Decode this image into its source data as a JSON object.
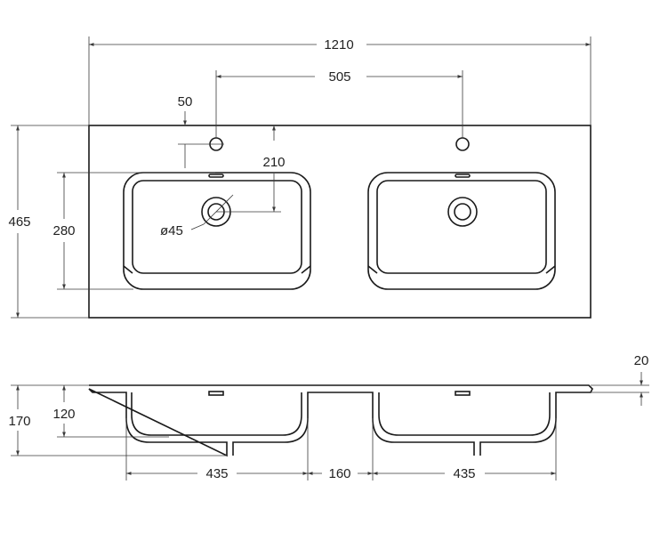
{
  "drawing": {
    "top_view": {
      "overall_width": "1210",
      "tap_spacing": "505",
      "tap_offset": "50",
      "drain_offset": "210",
      "overall_depth": "465",
      "bowl_depth": "280",
      "drain_diameter": "ø45"
    },
    "side_view": {
      "rim_thickness": "20",
      "overall_height": "170",
      "bowl_height": "120",
      "left_bowl_width": "435",
      "bowl_gap": "160",
      "right_bowl_width": "435"
    }
  }
}
